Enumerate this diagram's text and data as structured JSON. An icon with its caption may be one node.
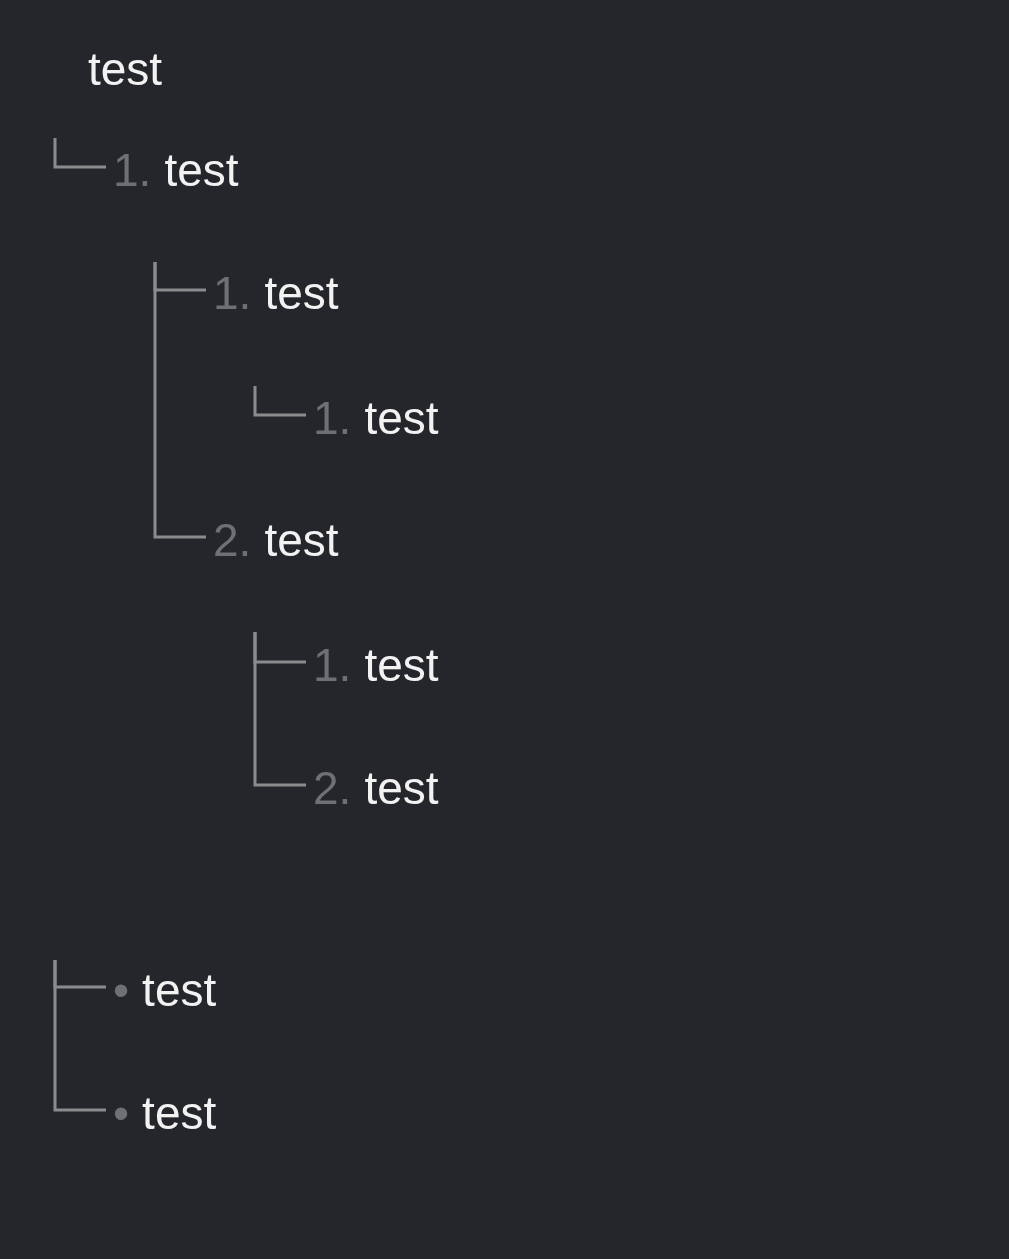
{
  "diagram": {
    "nodes": [
      {
        "text": [
          "test"
        ]
      },
      {
        "text": [
          "1.",
          "test"
        ]
      },
      {
        "text": [
          "1.",
          "test"
        ]
      },
      {
        "text": [
          "1.",
          "test"
        ]
      },
      {
        "text": [
          "2.",
          "test"
        ]
      },
      {
        "text": [
          "1.",
          "test"
        ]
      },
      {
        "text": [
          "2.",
          "test"
        ]
      },
      {
        "text": [
          "•",
          "test"
        ]
      },
      {
        "text": [
          "•",
          "test"
        ]
      }
    ],
    "edges": [
      {
        "from": null,
        "to": 1,
        "arrow": "none"
      },
      {
        "from": null,
        "to": 2,
        "arrow": "none"
      },
      {
        "from": null,
        "to": 4,
        "arrow": "none"
      },
      {
        "from": null,
        "to": 3,
        "arrow": "none"
      },
      {
        "from": null,
        "to": 5,
        "arrow": "none"
      },
      {
        "from": null,
        "to": 6,
        "arrow": "none"
      },
      {
        "from": null,
        "to": 7,
        "arrow": "none"
      },
      {
        "from": null,
        "to": 8,
        "arrow": "none"
      }
    ]
  }
}
